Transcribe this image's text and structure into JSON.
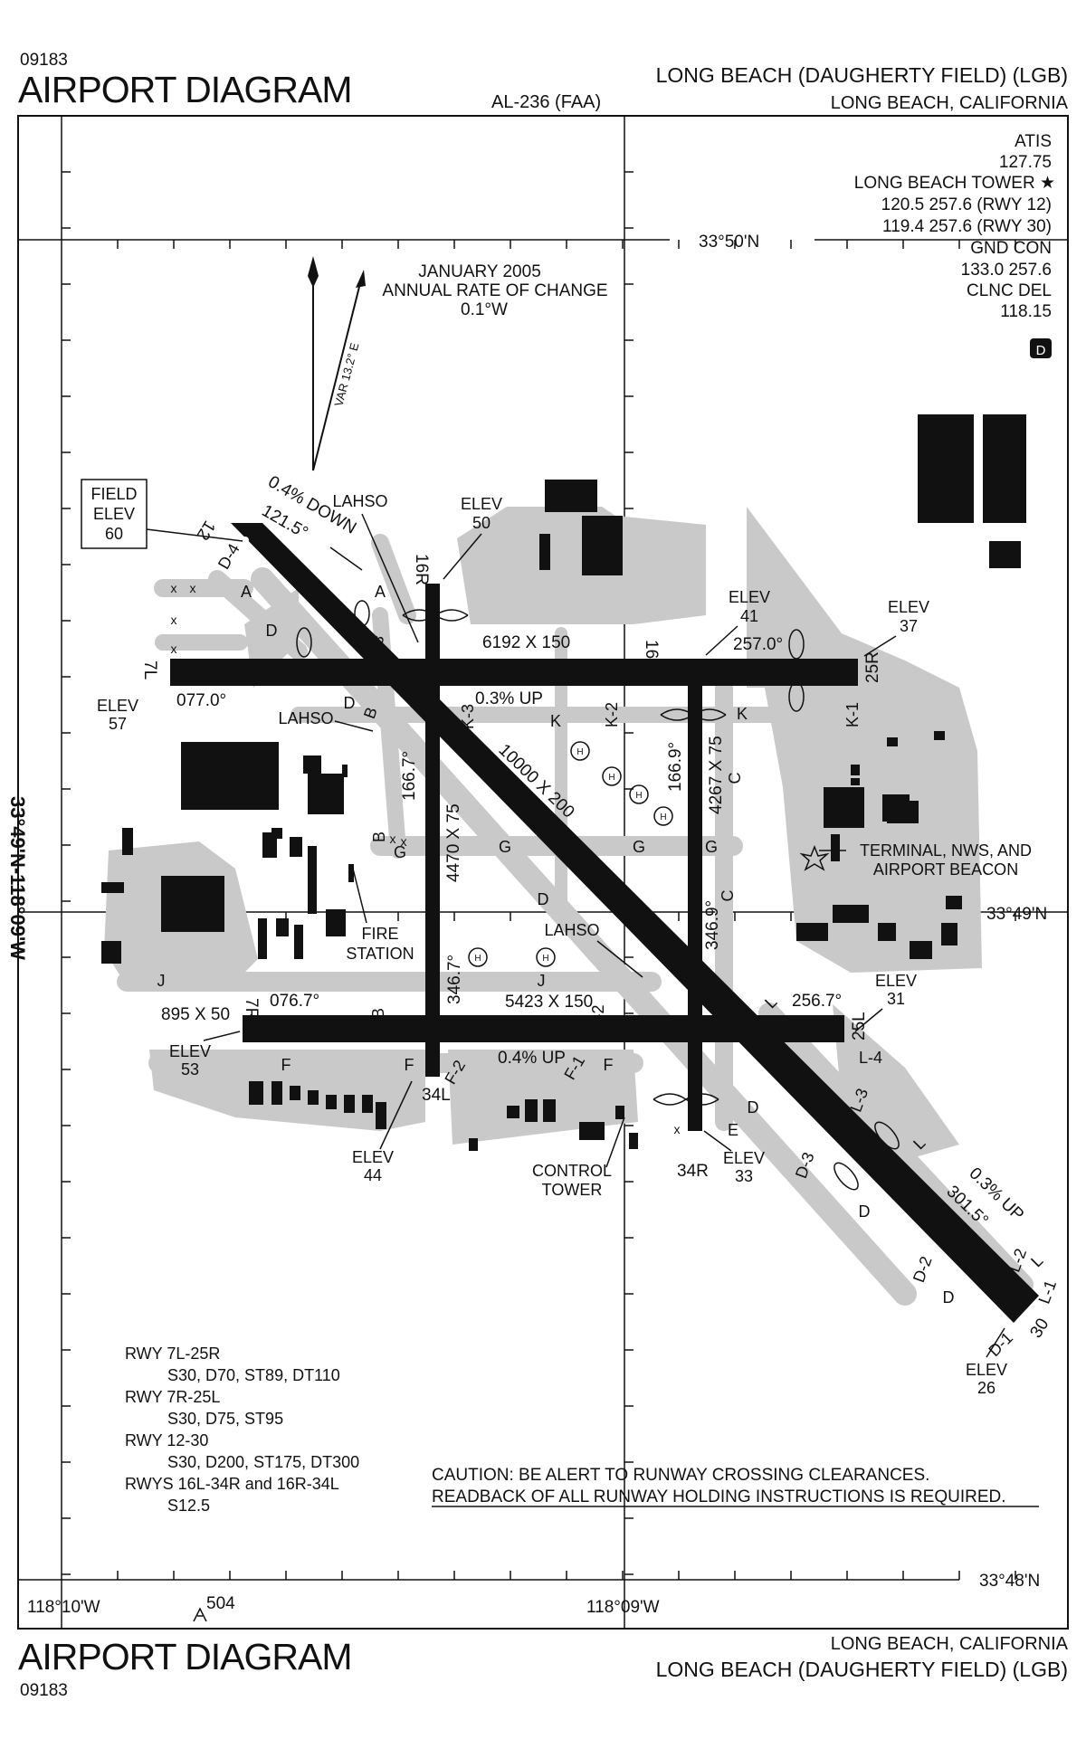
{
  "header": {
    "cycle": "09183",
    "title": "AIRPORT DIAGRAM",
    "procedure_id": "AL-236 (FAA)",
    "airport_name": "LONG BEACH (DAUGHERTY FIELD) (LGB)",
    "city_state": "LONG BEACH, CALIFORNIA"
  },
  "footer": {
    "cycle": "09183",
    "title": "AIRPORT DIAGRAM",
    "airport_name": "LONG BEACH (DAUGHERTY FIELD) (LGB)",
    "city_state": "LONG BEACH, CALIFORNIA"
  },
  "frequencies": {
    "atis_label": "ATIS",
    "atis_freq": "127.75",
    "tower_label": "LONG BEACH TOWER ★",
    "tower_rwy12": "120.5 257.6 (RWY 12)",
    "tower_rwy30": "119.4 257.6 (RWY 30)",
    "gnd_label": "GND CON",
    "gnd_freq": "133.0 257.6",
    "clnc_label": "CLNC DEL",
    "clnc_freq": "118.15",
    "airspace_badge": "D"
  },
  "magnetic": {
    "date": "JANUARY 2005",
    "rate_label": "ANNUAL RATE OF CHANGE",
    "rate": "0.1°W",
    "variation": "VAR 13.2° E"
  },
  "coordinates": {
    "lat_top": "33°50'N",
    "lat_mid": "33°49'N",
    "lat_bottom": "33°48'N",
    "lon_left": "118°10'W",
    "lon_mid": "118°09'W",
    "obstacle_elev": "504"
  },
  "field_elevation": {
    "label_1": "FIELD",
    "label_2": "ELEV",
    "value": "60"
  },
  "runways": {
    "rwy_7l_25r": {
      "left": "7L",
      "right": "25R",
      "size": "6192 X 150",
      "hdg_left": "077.0°",
      "hdg_right": "257.0°"
    },
    "rwy_7r_25l": {
      "left": "7R",
      "right": "25L",
      "size": "5423 X 150",
      "hdg_left": "076.7°",
      "hdg_right": "256.7°",
      "stopway": "895 X 50"
    },
    "rwy_12_30": {
      "top": "12",
      "bottom": "30",
      "size": "10000 X 200",
      "hdg_top": "121.5°",
      "hdg_bottom": "301.5°",
      "slope_top": "0.4% DOWN",
      "slope_bottom": "0.3% UP"
    },
    "rwy_16r_34l": {
      "top": "16R",
      "bottom": "34L",
      "size": "4470 X 75",
      "hdg_top": "166.7°",
      "hdg_bottom": "346.7°",
      "slope": "0.3% UP"
    },
    "rwy_16l_34r": {
      "top": "16L",
      "bottom": "34R",
      "size": "4267 X 75",
      "hdg_top": "166.9°",
      "hdg_bottom": "346.9°",
      "slope": "0.4% UP"
    }
  },
  "elevations": {
    "elev_label": "ELEV",
    "e50": "50",
    "e41": "41",
    "e37": "37",
    "e57": "57",
    "e53": "53",
    "e44": "44",
    "e33": "33",
    "e31": "31",
    "e26": "26"
  },
  "taxiways": {
    "A": "A",
    "B": "B",
    "C": "C",
    "D": "D",
    "E": "E",
    "F": "F",
    "G": "G",
    "H": "H",
    "J": "J",
    "K": "K",
    "L": "L",
    "D4": "D-4",
    "D3": "D-3",
    "D2": "D-2",
    "D1": "D-1",
    "K1": "K-1",
    "K2": "K-2",
    "K3": "K-3",
    "J2": "J-2",
    "F1": "F-1",
    "F2": "F-2",
    "L1": "L-1",
    "L2": "L-2",
    "L3": "L-3",
    "L4": "L-4"
  },
  "labels": {
    "lahso": "LAHSO",
    "terminal_1": "TERMINAL, NWS, AND",
    "terminal_2": "AIRPORT BEACON",
    "fire_1": "FIRE",
    "fire_2": "STATION",
    "tower_1": "CONTROL",
    "tower_2": "TOWER",
    "x_mark": "x"
  },
  "declared_distances": [
    {
      "runway": "RWY 7L-25R",
      "strength": "S30, D70, ST89, DT110"
    },
    {
      "runway": "RWY 7R-25L",
      "strength": "S30, D75, ST95"
    },
    {
      "runway": "RWY 12-30",
      "strength": "S30, D200, ST175, DT300"
    },
    {
      "runway": "RWYS 16L-34R and 16R-34L",
      "strength": "S12.5"
    }
  ],
  "caution": {
    "line_1": "CAUTION: BE ALERT TO RUNWAY CROSSING CLEARANCES.",
    "line_2": "READBACK OF ALL RUNWAY HOLDING INSTRUCTIONS IS REQUIRED."
  },
  "margin_text": "33°49'N-118°09'W"
}
